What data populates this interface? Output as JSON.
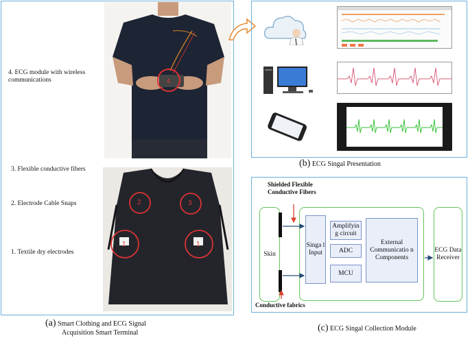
{
  "panel_a": {
    "labels": {
      "ecg_module": "4. ECG module with wireless communications",
      "fibers": "3. Flexible conductive fibers",
      "snaps": "2. Electrode Cable Snaps",
      "electrodes": "1. Textile dry electrodes"
    },
    "markers": [
      "2",
      "3",
      "1",
      "1"
    ],
    "module_marker": "4",
    "caption_letter": "(a)",
    "caption_line1": "Smart Clothing and ECG Signal",
    "caption_line2": "Acquisition Smart Terminal"
  },
  "panel_b": {
    "caption_letter": "(b)",
    "caption_text": "ECG Singal Presentation",
    "rows": [
      "cloud-server",
      "desktop-computer",
      "smartphone"
    ]
  },
  "panel_c": {
    "caption_letter": "(c)",
    "caption_text": "ECG Singal Collection Module",
    "top_label": "Shielded Flexible Conductive Fibers",
    "bottom_label": "Conductive fabrics",
    "skin": "Skin",
    "signal_input": "Singa l Input",
    "amplifying": "Amplifyin g circuit",
    "adc": "ADC",
    "mcu": "MCU",
    "external": "External Communicatio n Components",
    "receiver": "ECG Data Receiver"
  },
  "colors": {
    "panel_border": "#6aaedc",
    "green_box": "#62c35b",
    "blue_box_fill": "#e9eef8",
    "arrow_red": "#d9412c",
    "arrow_blue": "#2a4d7a",
    "ecg_pink": "#d9607a",
    "ecg_green": "#3ac23a"
  }
}
